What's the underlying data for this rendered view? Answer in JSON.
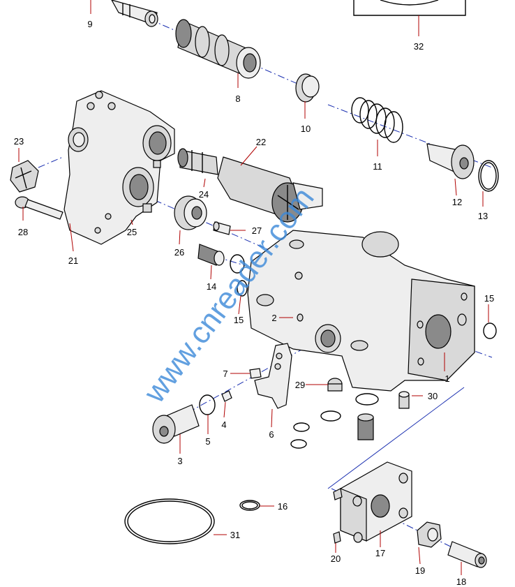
{
  "watermark": "www.cnreader.com",
  "callouts": {
    "c1": "1",
    "c2": "2",
    "c3": "3",
    "c4": "4",
    "c5": "5",
    "c6": "6",
    "c7": "7",
    "c8": "8",
    "c9": "9",
    "c10": "10",
    "c11": "11",
    "c12": "12",
    "c13": "13",
    "c14": "14",
    "c15a": "15",
    "c15b": "15",
    "c16": "16",
    "c17": "17",
    "c18": "18",
    "c19": "19",
    "c20": "20",
    "c21": "21",
    "c22": "22",
    "c23": "23",
    "c24": "24",
    "c25": "25",
    "c26": "26",
    "c27": "27",
    "c28": "28",
    "c29": "29",
    "c30": "30",
    "c31": "31",
    "c32": "32"
  },
  "colors": {
    "leader": "#b00000",
    "axis": "#1a2fb0",
    "watermark": "#3b88d8"
  }
}
